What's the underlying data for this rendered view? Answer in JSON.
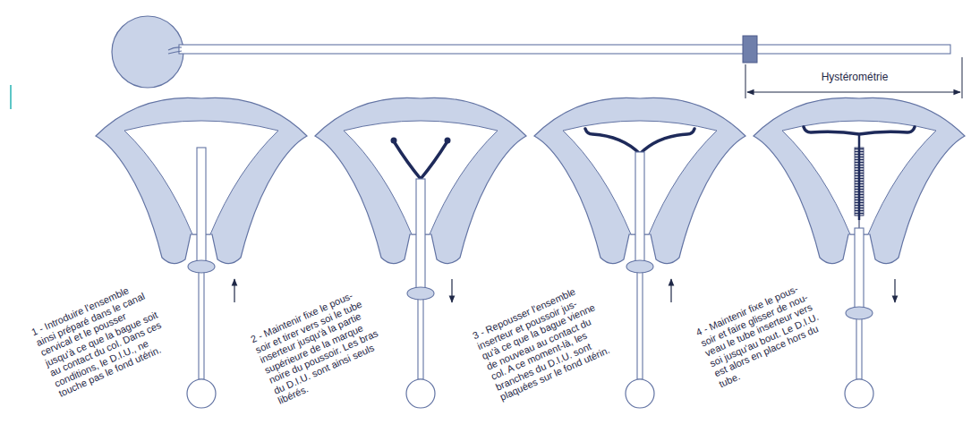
{
  "diagram": {
    "labels": [
      "Hystérométrie",
      "1 - Introduire l'ensemble ainsi préparé dans le canal cervical et le pousser jusqu'à ce que la bague soit au contact du col. Dans ces conditions, le D.I.U., ne touche pas le fond utérin.",
      "2 - Maintenir fixe le pous- soir et tirer vers soi le tube inserteur jusqu'à la partie supérieure de la marque noire du poussoir. Les bras du D.I.U. sont ainsi seuls libérés.",
      "3 - Repousser l'ensemble inserteur et poussoir jus- qu'à ce que la bague vienne de nouveau au contact du col. A ce moment-là, les branches du D.I.U. sont plaquées sur le fond utérin.",
      "4 - Maintenir fixe le pous- soir et faire glisser de nou- veau le tube inserteur vers soi jusqu'au bout. Le D.I.U. est alors en place hors du tube."
    ]
  }
}
